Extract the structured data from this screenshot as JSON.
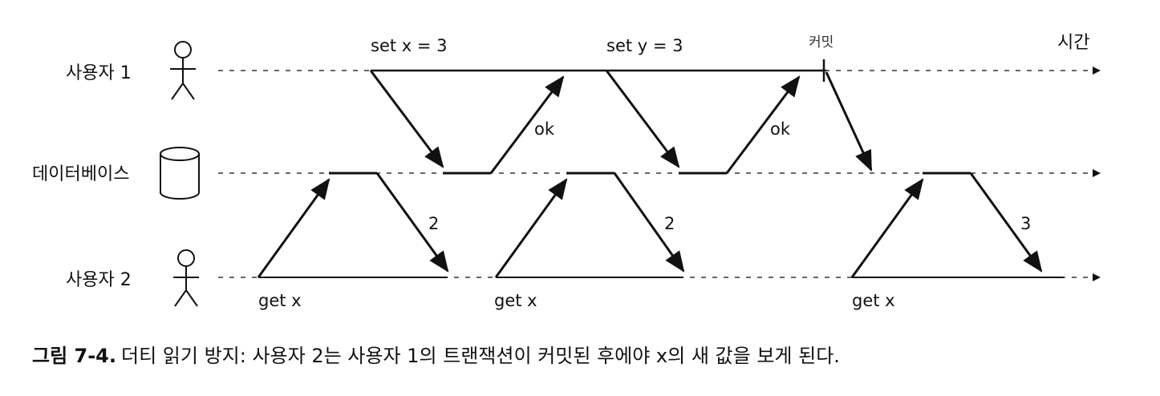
{
  "lanes": {
    "user1": "사용자 1",
    "database": "데이터베이스",
    "user2": "사용자 2",
    "time": "시간"
  },
  "operations": {
    "set_x": "set x = 3",
    "set_y": "set y = 3",
    "commit": "커밋",
    "ok1": "ok",
    "ok2": "ok",
    "get_x1": "get x",
    "get_x2": "get x",
    "get_x3": "get x",
    "value1": "2",
    "value2": "2",
    "value3": "3"
  },
  "caption": {
    "number": "그림 7-4.",
    "text": "더티 읽기 방지: 사용자 2는 사용자 1의 트랜잭션이 커밋된 후에야 x의 새 값을 보게 된다."
  }
}
